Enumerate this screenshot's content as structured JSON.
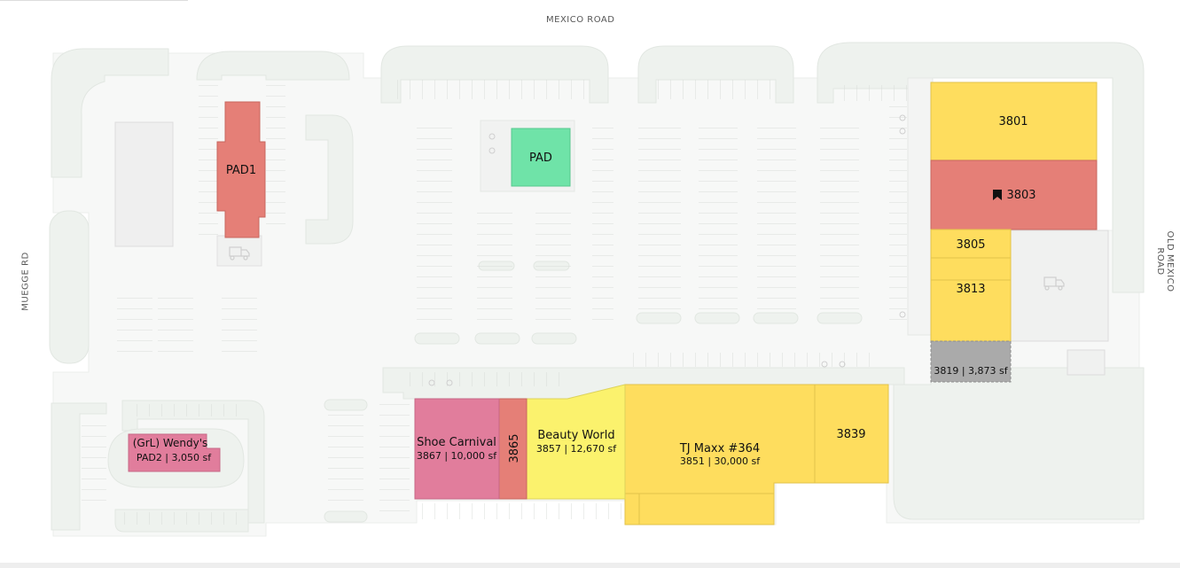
{
  "roads": {
    "north": "MEXICO ROAD",
    "west": "MUEGGE RD",
    "east": "OLD MEXICO ROAD"
  },
  "colors": {
    "available": "#e57f77",
    "leased": "#fedd5e",
    "pad_available": "#6fe3a8",
    "pending": "#aaaaaa",
    "pink": "#e17d9c",
    "yellow_light": "#fbf26d",
    "lot": "#f7f8f7",
    "island": "#eef2ee"
  },
  "units": {
    "pad1": {
      "name": "PAD1"
    },
    "pad": {
      "name": "PAD"
    },
    "u3801": {
      "name": "3801"
    },
    "u3803": {
      "name": "3803",
      "icon": "bookmark-icon"
    },
    "u3805": {
      "name": "3805"
    },
    "u3813": {
      "name": "3813"
    },
    "u3819": {
      "name": "3819 | 3,873 sf"
    },
    "u3839": {
      "name": "3839"
    },
    "tjmaxx": {
      "name": "TJ Maxx #364",
      "detail": "3851 | 30,000 sf"
    },
    "beauty": {
      "name": "Beauty World",
      "detail": "3857 | 12,670 sf"
    },
    "u3865": {
      "name": "3865"
    },
    "shoe": {
      "name": "Shoe Carnival",
      "detail": "3867 | 10,000 sf"
    },
    "wendys": {
      "name": "(GrL) Wendy's",
      "detail": "PAD2 | 3,050 sf"
    }
  },
  "icons": [
    "truck-icon",
    "bookmark-icon",
    "accessible-icon"
  ]
}
